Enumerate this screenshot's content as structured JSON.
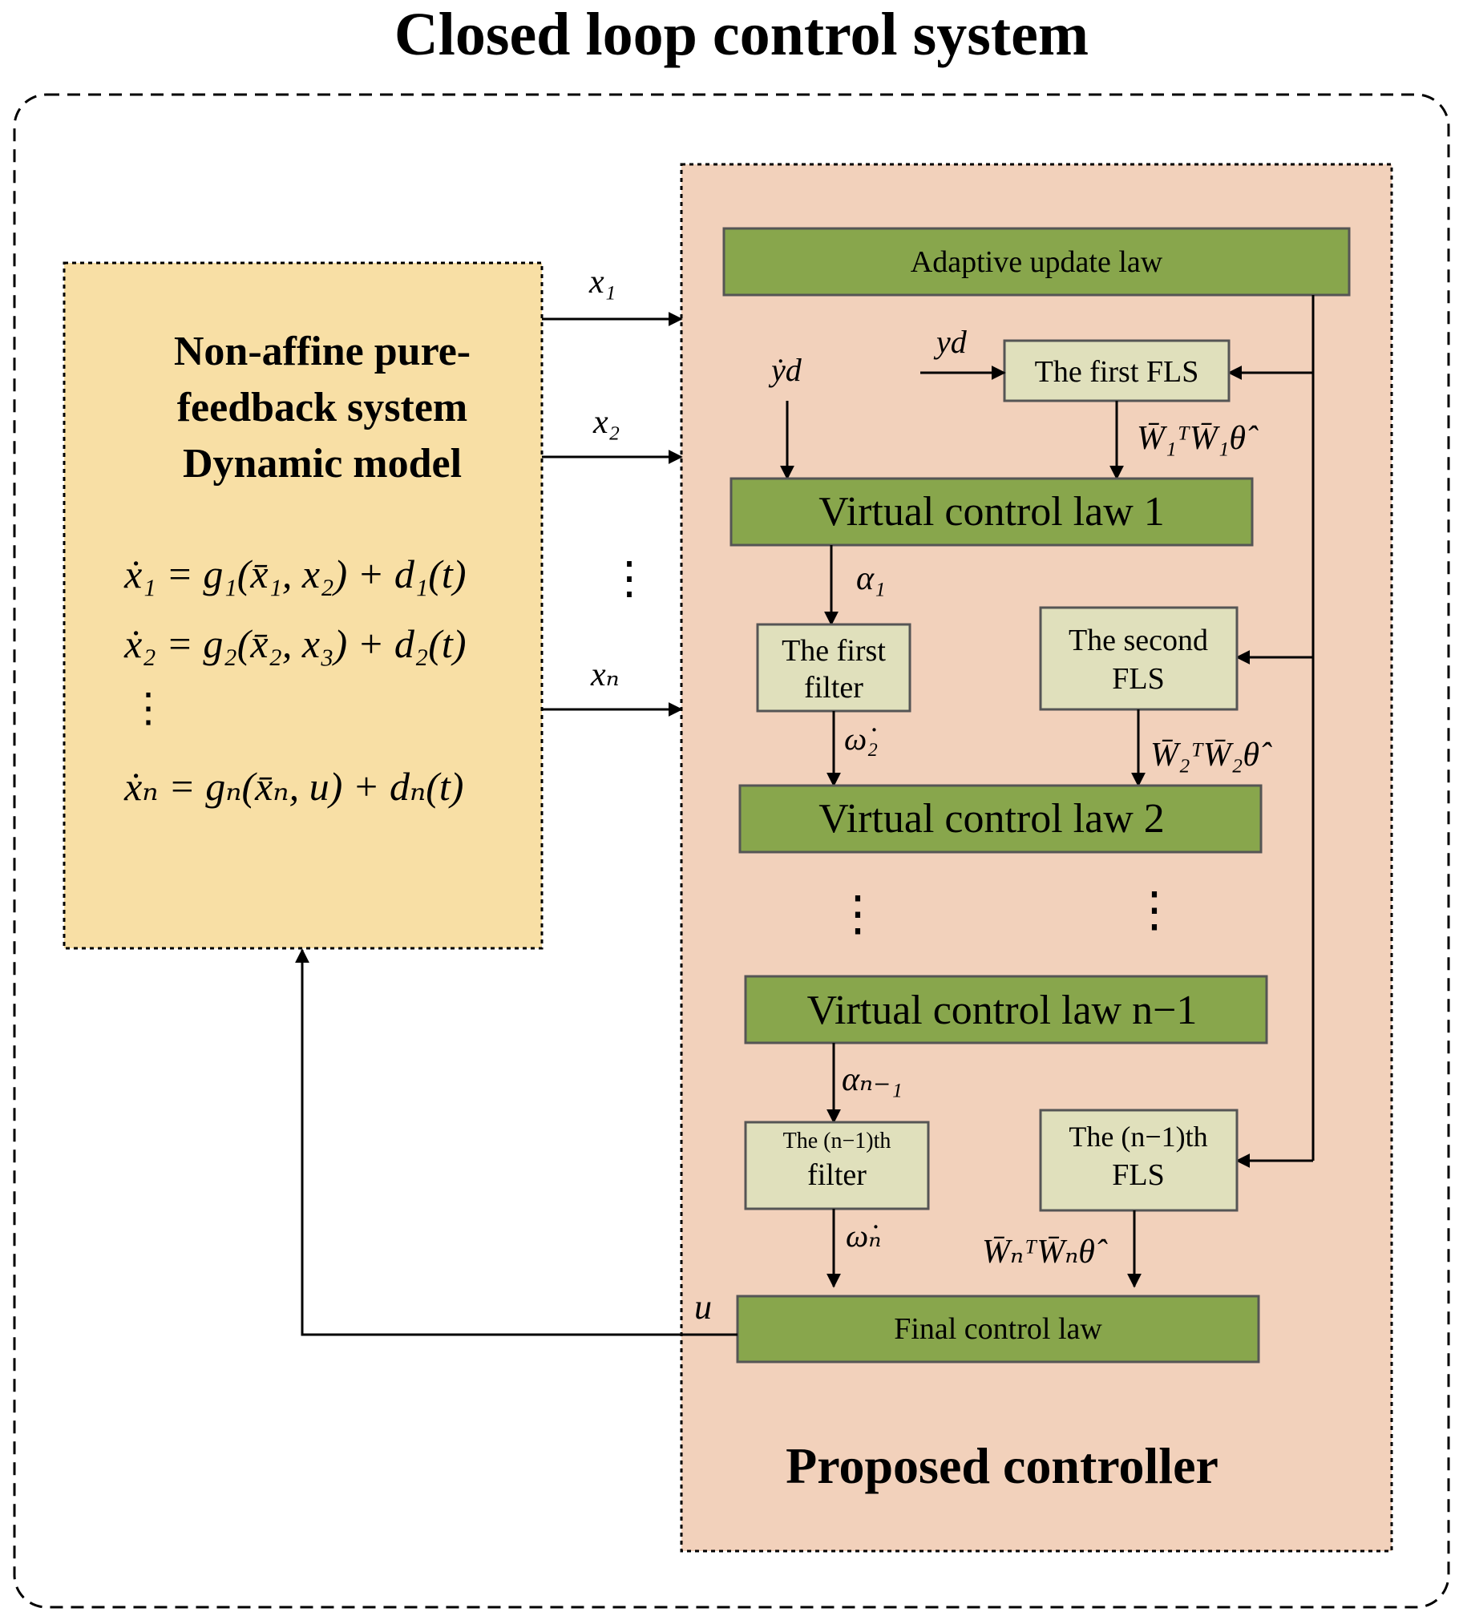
{
  "title": "Closed loop control system",
  "plant": {
    "heading_line1": "Non-affine pure-",
    "heading_line2": "feedback system",
    "heading_line3": "Dynamic model",
    "eq1": "ẋ₁ = g₁(x̄₁, x₂) + d₁(t)",
    "eq2": "ẋ₂ = g₂(x̄₂, x₃) + d₂(t)",
    "eq_dots": "⋮",
    "eqn": "ẋₙ = gₙ(x̄ₙ, u) + dₙ(t)"
  },
  "signals": {
    "x1": "x₁",
    "x2": "x₂",
    "xn": "xₙ",
    "state_dots": "⋮",
    "ydot": "ẏd",
    "yd": "yd",
    "alpha1": "α₁",
    "omega2": "ω̇₂",
    "alphan1": "αₙ₋₁",
    "omegan": "ω̇ₙ",
    "u": "u",
    "w1": "W̄₁ᵀW̄₁θ̂",
    "w2": "W̄₂ᵀW̄₂θ̂",
    "wn": "W̄ₙᵀW̄ₙθ̂",
    "mid_dots": "⋮"
  },
  "controller": {
    "title": "Proposed controller",
    "adaptive": "Adaptive update law",
    "fls1": "The first FLS",
    "vcl1": "Virtual control law 1",
    "filter1_line1": "The first",
    "filter1_line2": "filter",
    "fls2_line1": "The second",
    "fls2_line2": "FLS",
    "vcl2": "Virtual control law 2",
    "vcln1": "Virtual control law n−1",
    "filtern_line1": "The (n−1)th",
    "filtern_line2": "filter",
    "flsn_line1": "The (n−1)th",
    "flsn_line2": "FLS",
    "final": "Final control law"
  },
  "colors": {
    "plant_fill": "#f8dfa5",
    "controller_fill": "#f2d1bb",
    "green_fill": "#88a64c",
    "light_fill": "#e0e0bc",
    "stroke": "#000000"
  }
}
